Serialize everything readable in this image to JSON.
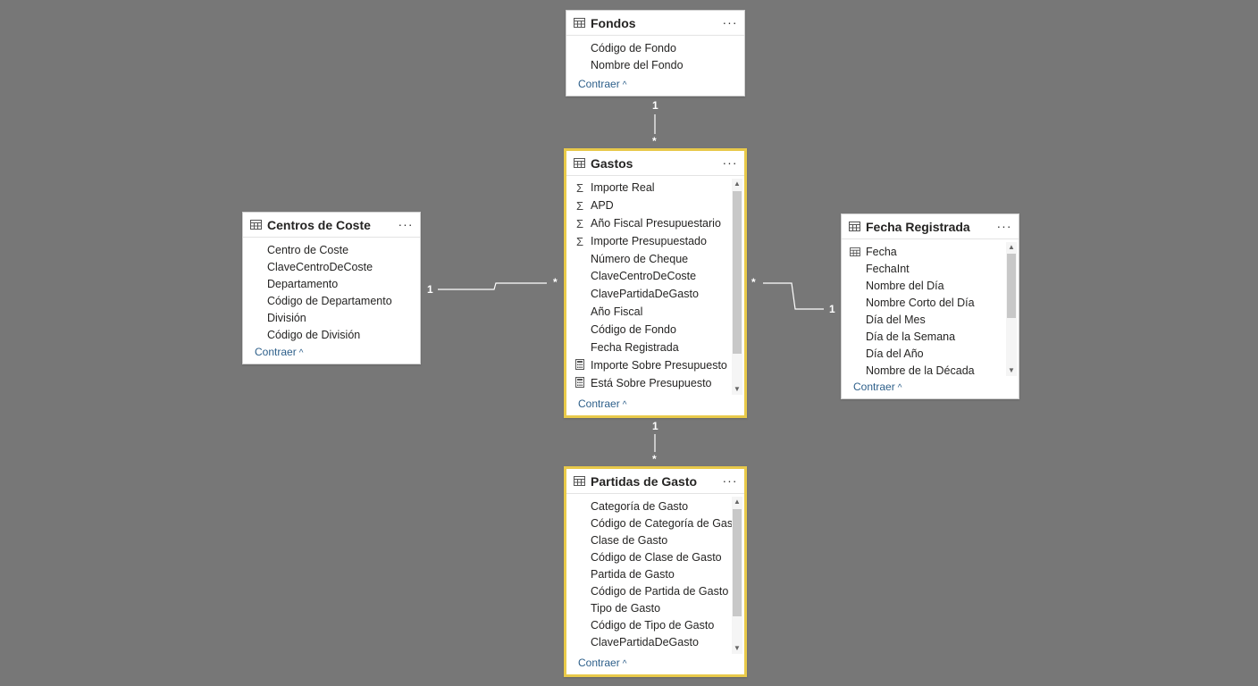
{
  "tables": {
    "fondos": {
      "title": "Fondos",
      "fields": [
        "Código de Fondo",
        "Nombre del Fondo"
      ],
      "collapse": "Contraer"
    },
    "gastos": {
      "title": "Gastos",
      "fields": [
        {
          "icon": "sigma",
          "label": "Importe Real"
        },
        {
          "icon": "sigma",
          "label": "APD"
        },
        {
          "icon": "sigma",
          "label": "Año Fiscal Presupuestario"
        },
        {
          "icon": "sigma",
          "label": "Importe Presupuestado"
        },
        {
          "icon": "",
          "label": "Número de Cheque"
        },
        {
          "icon": "",
          "label": "ClaveCentroDeCoste"
        },
        {
          "icon": "",
          "label": "ClavePartidaDeGasto"
        },
        {
          "icon": "",
          "label": "Año Fiscal"
        },
        {
          "icon": "",
          "label": "Código de Fondo"
        },
        {
          "icon": "",
          "label": "Fecha Registrada"
        },
        {
          "icon": "calculator",
          "label": "Importe Sobre Presupuesto"
        },
        {
          "icon": "calculator",
          "label": "Está Sobre Presupuesto"
        }
      ],
      "collapse": "Contraer"
    },
    "centros": {
      "title": "Centros de Coste",
      "fields": [
        "Centro de Coste",
        "ClaveCentroDeCoste",
        "Departamento",
        "Código de Departamento",
        "División",
        "Código de División"
      ],
      "collapse": "Contraer"
    },
    "fecha": {
      "title": "Fecha Registrada",
      "fields": [
        {
          "icon": "table",
          "label": "Fecha"
        },
        {
          "icon": "",
          "label": "FechaInt"
        },
        {
          "icon": "",
          "label": "Nombre del Día"
        },
        {
          "icon": "",
          "label": "Nombre Corto del Día"
        },
        {
          "icon": "",
          "label": "Día del Mes"
        },
        {
          "icon": "",
          "label": "Día de la Semana"
        },
        {
          "icon": "",
          "label": "Día del Año"
        },
        {
          "icon": "",
          "label": "Nombre de la Década"
        }
      ],
      "collapse": "Contraer"
    },
    "partidas": {
      "title": "Partidas de Gasto",
      "fields": [
        "Categoría de Gasto",
        "Código de Categoría de Gasto",
        "Clase de Gasto",
        "Código de Clase de Gasto",
        "Partida de Gasto",
        "Código de Partida de Gasto",
        "Tipo de Gasto",
        "Código de Tipo de Gasto",
        "ClavePartidaDeGasto"
      ],
      "collapse": "Contraer"
    }
  },
  "relationships": {
    "one": "1",
    "many": "*"
  },
  "colors": {
    "canvas": "#777777",
    "selected_border": "#e8c94a",
    "link": "#2d5f8a"
  }
}
